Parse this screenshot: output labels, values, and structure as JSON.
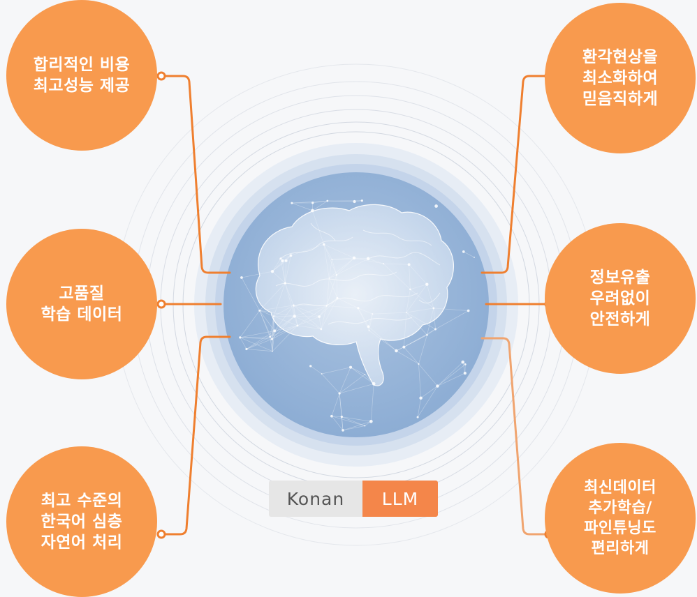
{
  "colors": {
    "bubble": "#f89a4e",
    "connector": "#ef7f2f",
    "background": "#f6f7f9",
    "core": "#94b2d7",
    "badge_gray": "#e6e6e6",
    "badge_orange": "#f4864a"
  },
  "center": {
    "image": "brain-network-illustration",
    "badge_left": "Konan",
    "badge_right": "LLM"
  },
  "features": [
    {
      "id": "cost",
      "text": "합리적인 비용\n최고성능 제공"
    },
    {
      "id": "data",
      "text": "고품질\n학습 데이터"
    },
    {
      "id": "nlp",
      "text": "최고 수준의\n한국어 심층\n자연어 처리"
    },
    {
      "id": "hallucination",
      "text": "환각현상을\n최소화하여\n믿음직하게"
    },
    {
      "id": "security",
      "text": "정보유출\n우려없이\n안전하게"
    },
    {
      "id": "finetune",
      "text": "최신데이터\n추가학습/\n파인튜닝도\n편리하게"
    }
  ]
}
